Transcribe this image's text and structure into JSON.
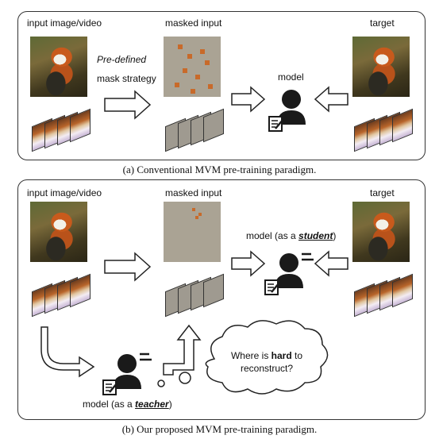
{
  "panel_a": {
    "input_label": "input image/video",
    "masked_label": "masked input",
    "target_label": "target",
    "strategy_line1": "Pre-defined",
    "strategy_line2": "mask strategy",
    "model_label": "model",
    "caption": "(a) Conventional MVM pre-training paradigm."
  },
  "panel_b": {
    "input_label": "input image/video",
    "masked_label": "masked input",
    "target_label": "target",
    "student_prefix": "model (as a ",
    "student_word": "student",
    "student_suffix": ")",
    "teacher_prefix": "model (as a ",
    "teacher_word": "teacher",
    "teacher_suffix": ")",
    "thought_part1": "Where is ",
    "thought_bold": "hard",
    "thought_part2": " to",
    "thought_line2": "reconstruct?",
    "caption": "(b) Our proposed MVM pre-training paradigm."
  },
  "colors": {
    "fox_orange": "#c85a1c",
    "mask_gray": "#aaa394",
    "figure_black": "#1a1a1a"
  },
  "icons": [
    "person-icon",
    "notepad-pen-icon",
    "arrow-right-icon",
    "arrow-left-icon",
    "thought-cloud-icon"
  ]
}
